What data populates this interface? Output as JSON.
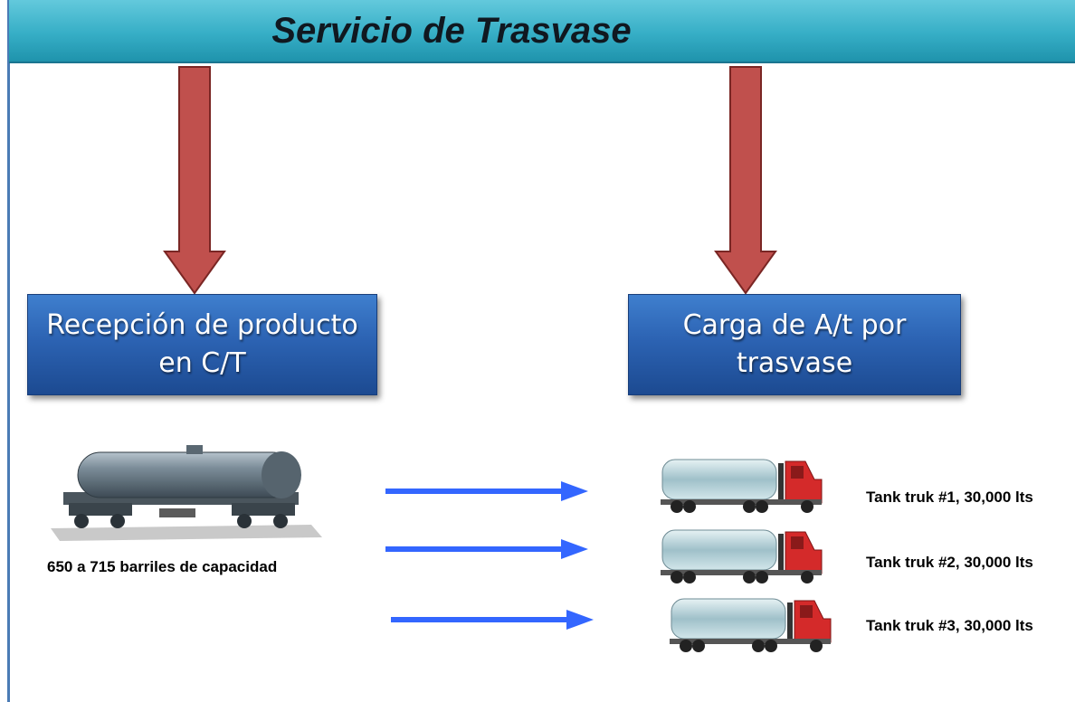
{
  "title": "Servicio de Trasvase",
  "boxes": {
    "left": {
      "line1": "Recepción de producto",
      "line2": "en C/T"
    },
    "right": {
      "line1": "Carga de A/t por",
      "line2": "trasvase"
    }
  },
  "rail_car_caption": "650 a 715 barriles de capacidad",
  "trucks": [
    {
      "label": "Tank truk #1, 30,000 lts"
    },
    {
      "label": "Tank truk #2, 30,000 lts"
    },
    {
      "label": "Tank truk #3, 30,000 lts"
    }
  ],
  "colors": {
    "title_bar": "#36aec6",
    "box": "#2c63b3",
    "red_arrow": "#c0504d",
    "blue_arrow": "#3366ff",
    "truck_cab": "#d42a2a",
    "tank": "#b8d4dc"
  }
}
